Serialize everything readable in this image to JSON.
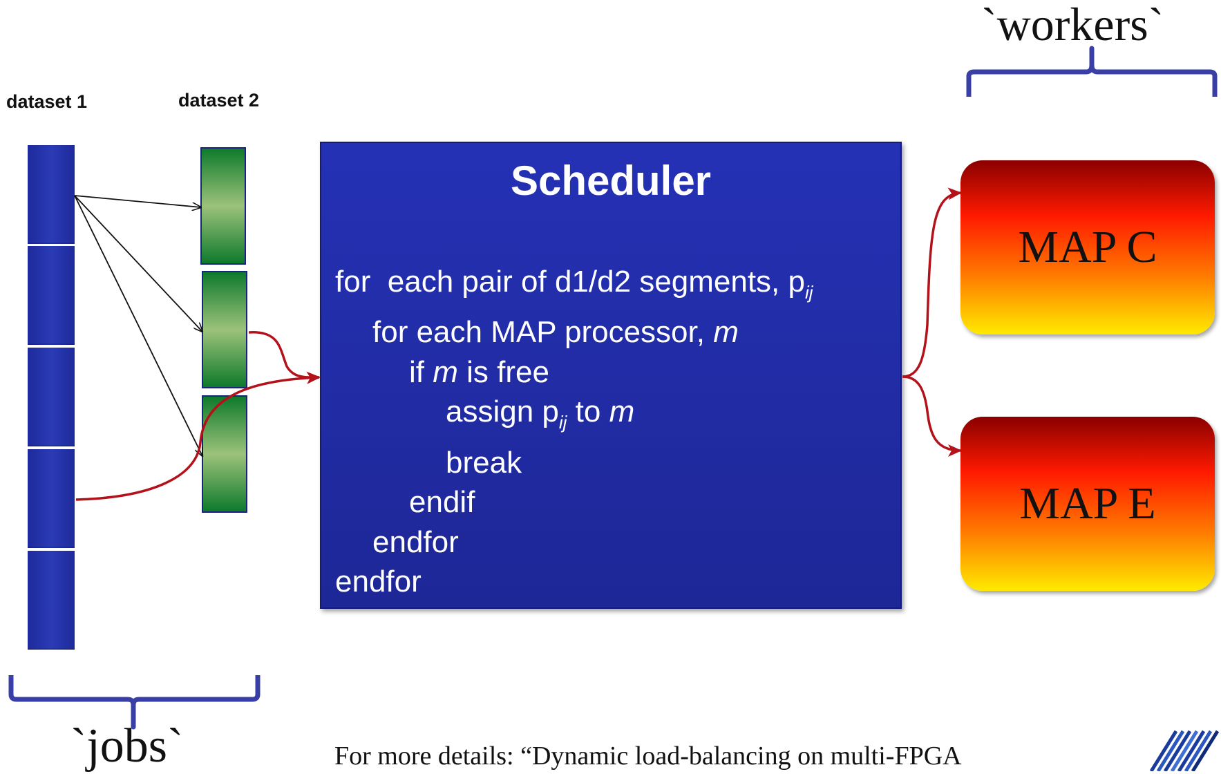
{
  "datasets": {
    "dataset1_label": "dataset 1",
    "dataset2_label": "dataset 2"
  },
  "labels": {
    "jobs": "`jobs`",
    "workers": "`workers`"
  },
  "scheduler": {
    "title": "Scheduler",
    "code": {
      "line1_text": "for  each pair of d1/d2 segments, p",
      "line1_sub": "ij",
      "line2_text": "for each MAP processor, ",
      "line2_var": "m",
      "line3_pre": "if ",
      "line3_var": "m",
      "line3_post": " is free",
      "line4_pre": "assign p",
      "line4_sub": "ij",
      "line4_mid": " to ",
      "line4_var": "m",
      "line5": "break",
      "line6": "endif",
      "line7": "endfor",
      "line8": "endfor"
    }
  },
  "workers": [
    {
      "label": "MAP C"
    },
    {
      "label": "MAP E"
    }
  ],
  "footer_note": "For more details: “Dynamic load-balancing on multi-FPGA",
  "colors": {
    "segment_blue": "#2a3bb5",
    "segment_green": "#0e7a2c",
    "scheduler_fill": "#2531b5",
    "brace_color": "#3a3fa6",
    "flow_arrow": "#b3121b",
    "map_gradient_top": "#8a0000",
    "map_gradient_bottom": "#ffea00"
  }
}
